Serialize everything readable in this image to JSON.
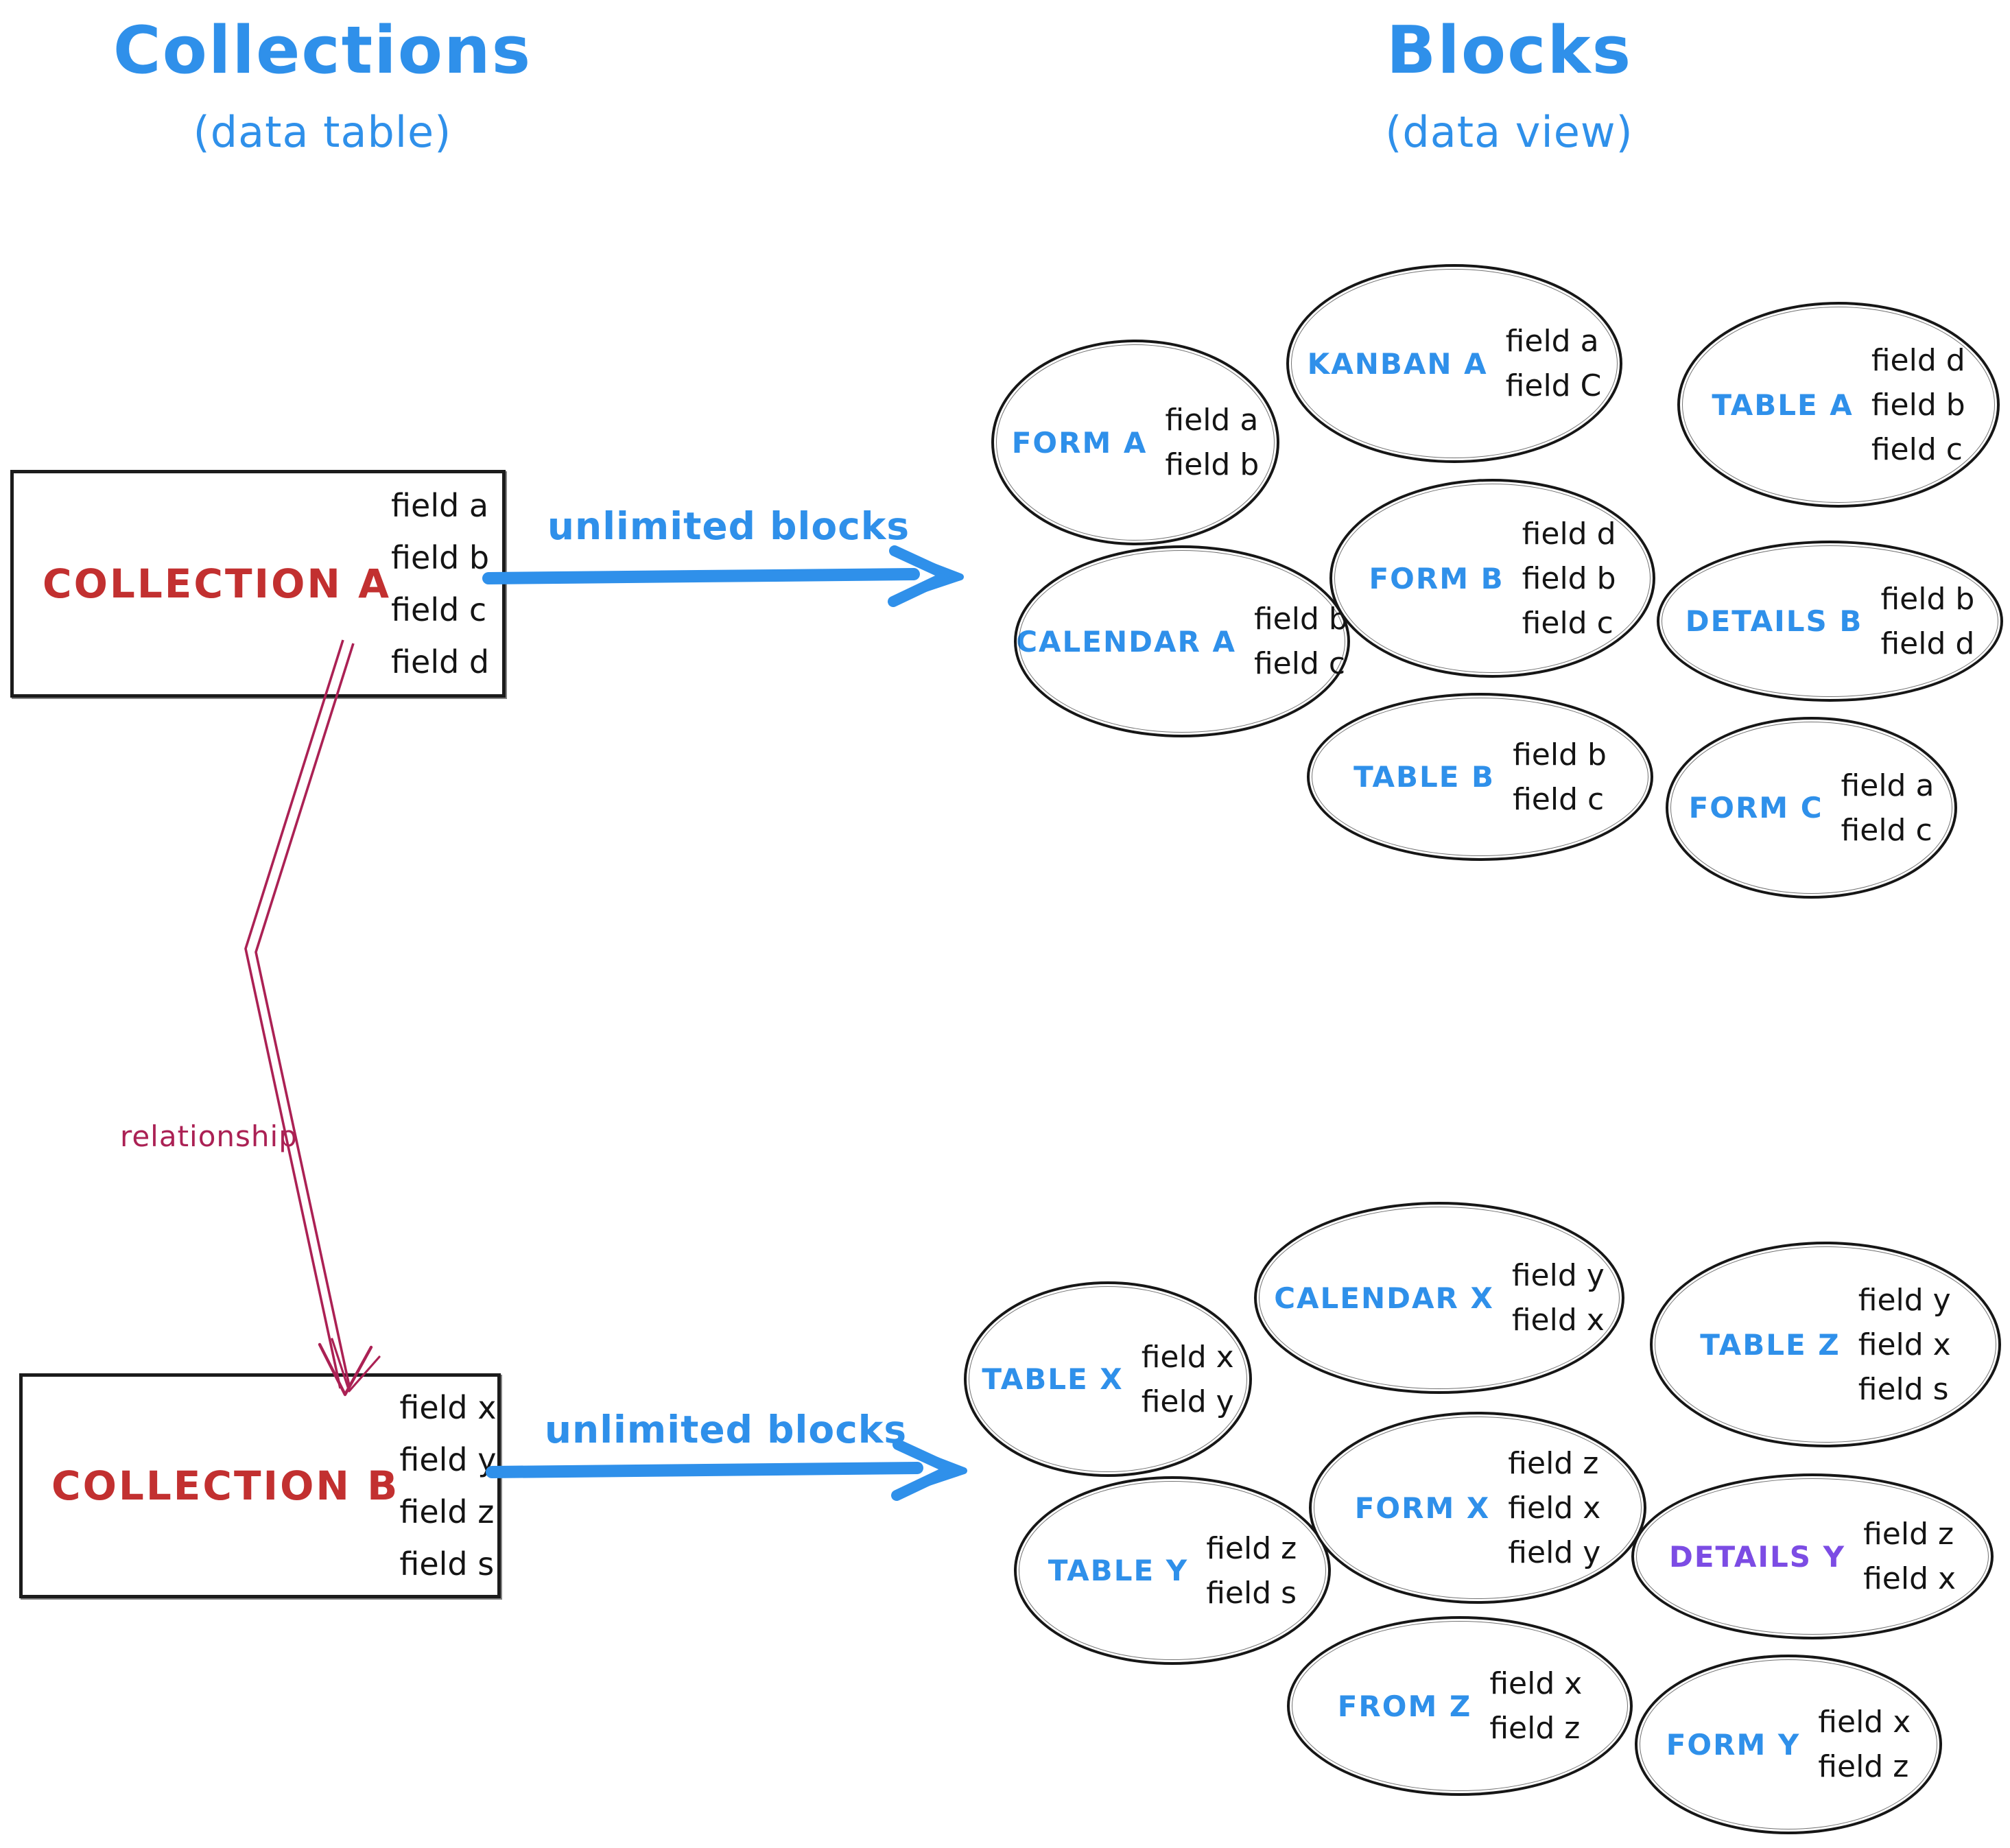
{
  "colors": {
    "accent_blue": "#2f90ea",
    "collection_red": "#c23030",
    "relationship_crimson": "#ab2154",
    "details_y_purple": "#7c4ce4",
    "ink_black": "#1b1b1b"
  },
  "headers": {
    "collections": {
      "title": "Collections",
      "subtitle": "(data table)"
    },
    "blocks": {
      "title": "Blocks",
      "subtitle": "(data view)"
    }
  },
  "collections": [
    {
      "name": "COLLECTION A",
      "fields": [
        "field a",
        "field b",
        "field c",
        "field d"
      ]
    },
    {
      "name": "COLLECTION B",
      "fields": [
        "field x",
        "field y",
        "field z",
        "field s"
      ]
    }
  ],
  "relationship_label": "relationship",
  "arrow_labels": [
    "unlimited blocks",
    "unlimited blocks"
  ],
  "blocks_a": [
    {
      "label": "FORM A",
      "fields": [
        "field a",
        "field b"
      ]
    },
    {
      "label": "KANBAN A",
      "fields": [
        "field a",
        "field C"
      ]
    },
    {
      "label": "TABLE A",
      "fields": [
        "field d",
        "field b",
        "field c"
      ]
    },
    {
      "label": "CALENDAR A",
      "fields": [
        "field b",
        "field c"
      ]
    },
    {
      "label": "FORM B",
      "fields": [
        "field d",
        "field b",
        "field c"
      ]
    },
    {
      "label": "DETAILS B",
      "fields": [
        "field b",
        "field d"
      ]
    },
    {
      "label": "TABLE B",
      "fields": [
        "field b",
        "field c"
      ]
    },
    {
      "label": "FORM C",
      "fields": [
        "field a",
        "field c"
      ]
    }
  ],
  "blocks_b": [
    {
      "label": "TABLE X",
      "fields": [
        "field x",
        "field y"
      ]
    },
    {
      "label": "CALENDAR X",
      "fields": [
        "field y",
        "field x"
      ]
    },
    {
      "label": "TABLE Z",
      "fields": [
        "field y",
        "field x",
        "field s"
      ]
    },
    {
      "label": "TABLE Y",
      "fields": [
        "field z",
        "field s"
      ]
    },
    {
      "label": "FORM X",
      "fields": [
        "field z",
        "field x",
        "field y"
      ]
    },
    {
      "label": "DETAILS Y",
      "fields": [
        "field z",
        "field x"
      ]
    },
    {
      "label": "FROM Z",
      "fields": [
        "field x",
        "field z"
      ]
    },
    {
      "label": "FORM Y",
      "fields": [
        "field x",
        "field z"
      ]
    }
  ]
}
